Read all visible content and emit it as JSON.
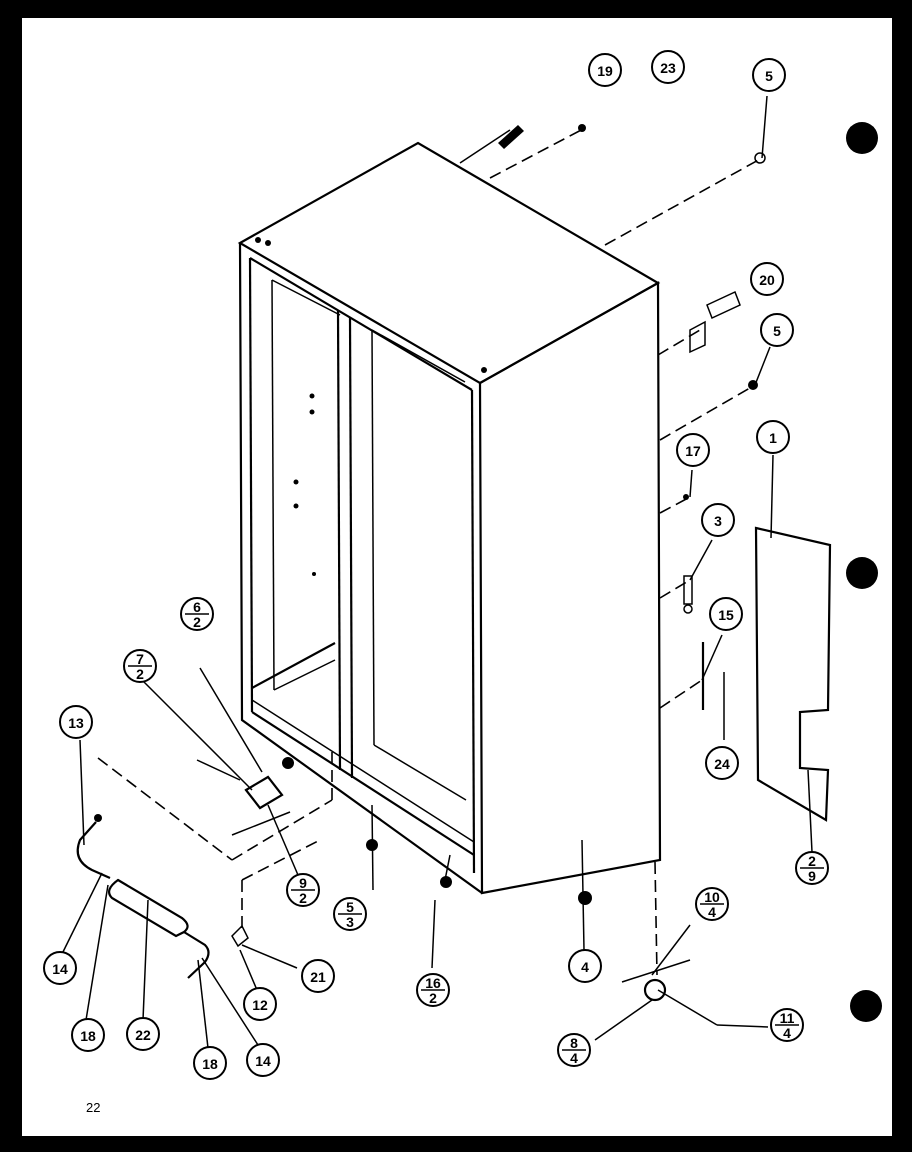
{
  "page_number": "22",
  "callouts": [
    {
      "id": "c19",
      "label": "19"
    },
    {
      "id": "c23",
      "label": "23"
    },
    {
      "id": "c5a",
      "label": "5"
    },
    {
      "id": "c20",
      "label": "20"
    },
    {
      "id": "c5b",
      "label": "5"
    },
    {
      "id": "c1",
      "label": "1"
    },
    {
      "id": "c17",
      "label": "17"
    },
    {
      "id": "c3",
      "label": "3"
    },
    {
      "id": "c15",
      "label": "15"
    },
    {
      "id": "c24",
      "label": "24"
    },
    {
      "id": "c2_9",
      "label": "2",
      "sub": "9"
    },
    {
      "id": "c6_2",
      "label": "6",
      "sub": "2"
    },
    {
      "id": "c7_2",
      "label": "7",
      "sub": "2"
    },
    {
      "id": "c13",
      "label": "13"
    },
    {
      "id": "c9_2",
      "label": "9",
      "sub": "2"
    },
    {
      "id": "c5_3",
      "label": "5",
      "sub": "3"
    },
    {
      "id": "c16_2",
      "label": "16",
      "sub": "2"
    },
    {
      "id": "c4",
      "label": "4"
    },
    {
      "id": "c10_4",
      "label": "10",
      "sub": "4"
    },
    {
      "id": "c11_4",
      "label": "11",
      "sub": "4"
    },
    {
      "id": "c8_4",
      "label": "8",
      "sub": "4"
    },
    {
      "id": "c21",
      "label": "21"
    },
    {
      "id": "c12",
      "label": "12"
    },
    {
      "id": "c14a",
      "label": "14"
    },
    {
      "id": "c18a",
      "label": "18"
    },
    {
      "id": "c22",
      "label": "22"
    },
    {
      "id": "c18b",
      "label": "18"
    },
    {
      "id": "c14b",
      "label": "14"
    }
  ]
}
